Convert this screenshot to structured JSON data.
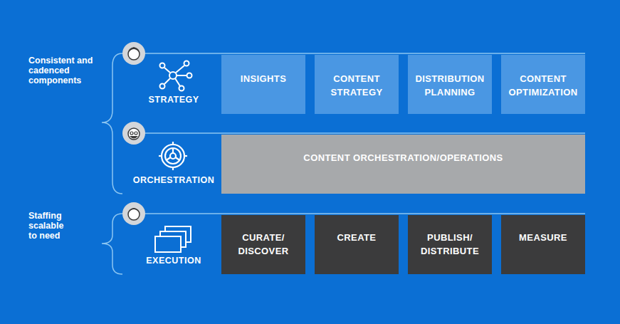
{
  "diagram": {
    "nodes": [
      {
        "text": [
          "INSIGHTS"
        ]
      },
      {
        "text": [
          "CONTENT STRATEGY"
        ]
      },
      {
        "text": [
          "DISTRIBUTION PLANNING"
        ]
      },
      {
        "text": [
          "CONTENT OPTIMIZATION"
        ]
      },
      {
        "text": [
          "CONTENT ORCHESTRATION/OPERATIONS"
        ]
      },
      {
        "text": [
          "CURATE/ DISCOVER"
        ]
      },
      {
        "text": [
          "CREATE"
        ]
      },
      {
        "text": [
          "PUBLISH/ DISTRIBUTE"
        ]
      },
      {
        "text": [
          "MEASURE"
        ]
      }
    ],
    "labels": [
      "Consistent and cadenced components",
      "STRATEGY",
      "ORCHESTRATION",
      "Staffing scalable to need",
      "EXECUTION"
    ]
  }
}
